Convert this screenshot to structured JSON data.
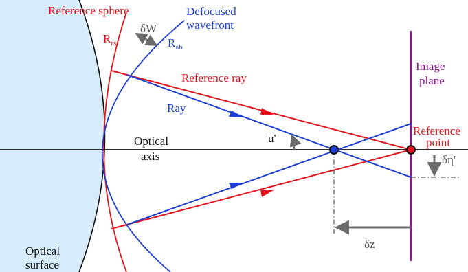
{
  "colors": {
    "red": "#e3141b",
    "blue": "#1e3fd6",
    "purple": "#8e1a8e",
    "gray": "#6b6b6b",
    "surface_fill": "#d6ecfa",
    "black": "#111111"
  },
  "labels": {
    "reference_sphere": "Reference sphere",
    "defocused": "Defocused",
    "wavefront": "wavefront",
    "r_rs_main": "R",
    "r_rs_sub": "rs",
    "r_ab_main": "R",
    "r_ab_sub": "ab",
    "delta_w": "δW",
    "reference_ray": "Reference ray",
    "ray": "Ray",
    "image": "Image",
    "plane": "plane",
    "reference": "Reference",
    "point": "point",
    "optical": "Optical",
    "axis": "axis",
    "u_prime": "u'",
    "delta_eta": "δη'",
    "delta_z": "δz",
    "optical_surface_1": "Optical",
    "optical_surface_2": "surface"
  }
}
